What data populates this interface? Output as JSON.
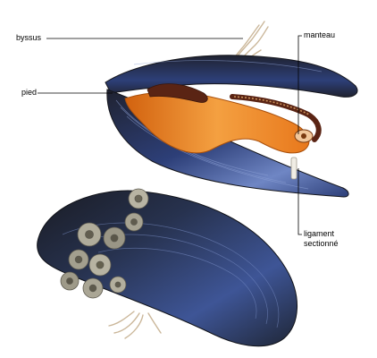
{
  "labels": {
    "byssus": "byssus",
    "pied": "pied",
    "manteau": "manteau",
    "ligament_line1": "ligament",
    "ligament_line2": "sectionné"
  },
  "colors": {
    "shell_dark": "#1f2230",
    "shell_blue": "#2d3f78",
    "shell_highlight": "#6f86c4",
    "flesh_orange": "#e8781c",
    "flesh_light": "#f4a041",
    "foot_brown": "#5a2414",
    "byssus_beige": "#cbb79a",
    "barnacle_grey": "#9a9686",
    "leader_line": "#000000"
  }
}
